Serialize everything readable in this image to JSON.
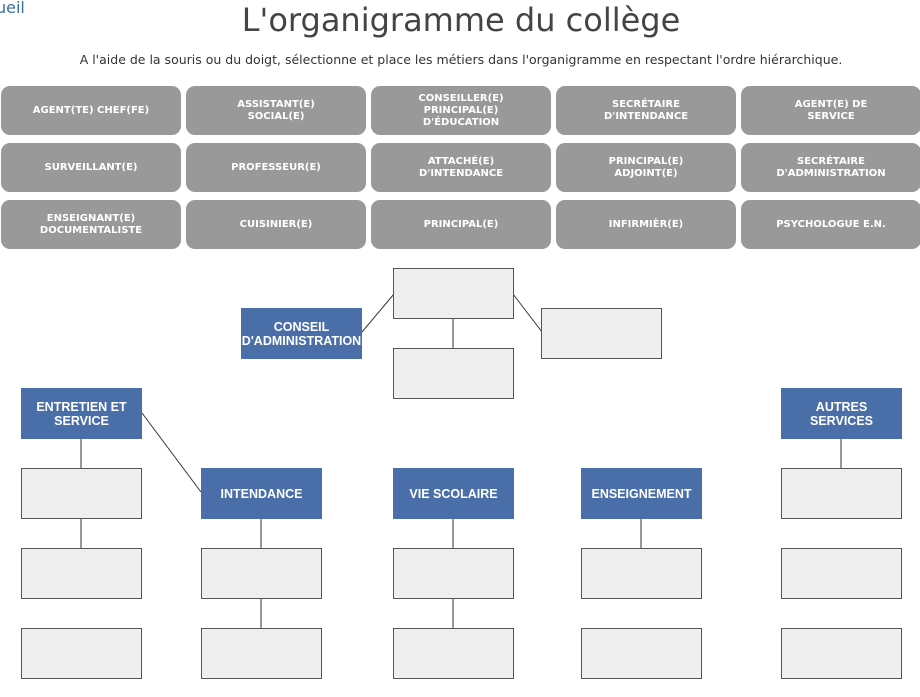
{
  "header": {
    "back_link": "ueil",
    "title": "L'organigramme du collège",
    "instructions": "A l'aide de la souris ou du doigt, sélectionne et place les métiers dans l'organigramme en respectant l'ordre hiérarchique."
  },
  "jobs": [
    "AGENT(TE) CHEF(FE)",
    "ASSISTANT(E)\nSOCIAL(E)",
    "CONSEILLER(E)\nPRINCIPAL(E)\nD'ÉDUCATION",
    "SECRÉTAIRE\nD'INTENDANCE",
    "AGENT(E) DE\nSERVICE",
    "SURVEILLANT(E)",
    "PROFESSEUR(E)",
    "ATTACHÉ(E)\nD'INTENDANCE",
    "PRINCIPAL(E)\nADJOINT(E)",
    "SECRÉTAIRE\nD'ADMINISTRATION",
    "ENSEIGNANT(E)\nDOCUMENTALISTE",
    "CUISINIER(E)",
    "PRINCIPAL(E)",
    "INFIRMIÈR(E)",
    "PSYCHOLOGUE E.N."
  ],
  "chart_labels": {
    "conseil": "CONSEIL\nD'ADMINISTRATION",
    "entretien": "ENTRETIEN ET\nSERVICE",
    "intendance": "INTENDANCE",
    "vie_scolaire": "VIE SCOLAIRE",
    "enseignement": "ENSEIGNEMENT",
    "autres": "AUTRES SERVICES"
  },
  "colors": {
    "job_bg": "#999999",
    "label_bg": "#4a6fa8",
    "slot_bg": "#efefef",
    "link": "#3a6ea5"
  }
}
